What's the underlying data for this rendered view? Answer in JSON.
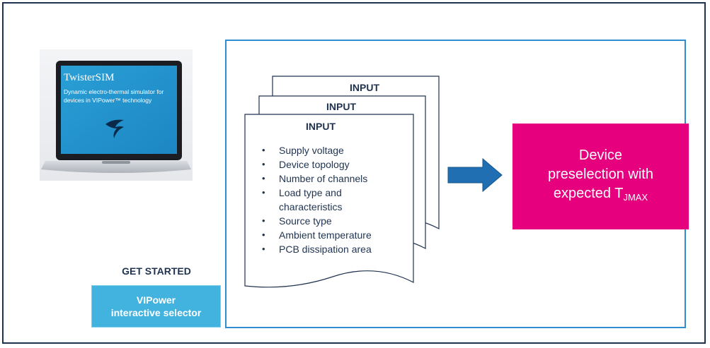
{
  "laptop": {
    "app_title": "TwisterSIM",
    "app_description": "Dynamic electro-thermal simulator for devices in VIPower™ technology",
    "logo_icon": "st-twister-logo-icon"
  },
  "get_started": {
    "heading": "GET STARTED",
    "button_line1": "VIPower",
    "button_line2": "interactive selector"
  },
  "inputs": {
    "back_title": "INPUT",
    "middle_title": "INPUT",
    "front_title": "INPUT",
    "items": [
      "Supply voltage",
      "Device topology",
      "Number of channels",
      "Load type and characteristics",
      "Source type",
      "Ambient temperature",
      "PCB dissipation area"
    ]
  },
  "arrow_icon": "right-arrow-icon",
  "result": {
    "line1": "Device",
    "line2": "preselection with",
    "line3_prefix": "expected T",
    "line3_sub": "JMAX"
  },
  "colors": {
    "navy": "#1f3350",
    "frame_blue": "#2f8fce",
    "button_blue": "#42b2df",
    "arrow_blue": "#1f6fb2",
    "magenta": "#e6007e"
  }
}
